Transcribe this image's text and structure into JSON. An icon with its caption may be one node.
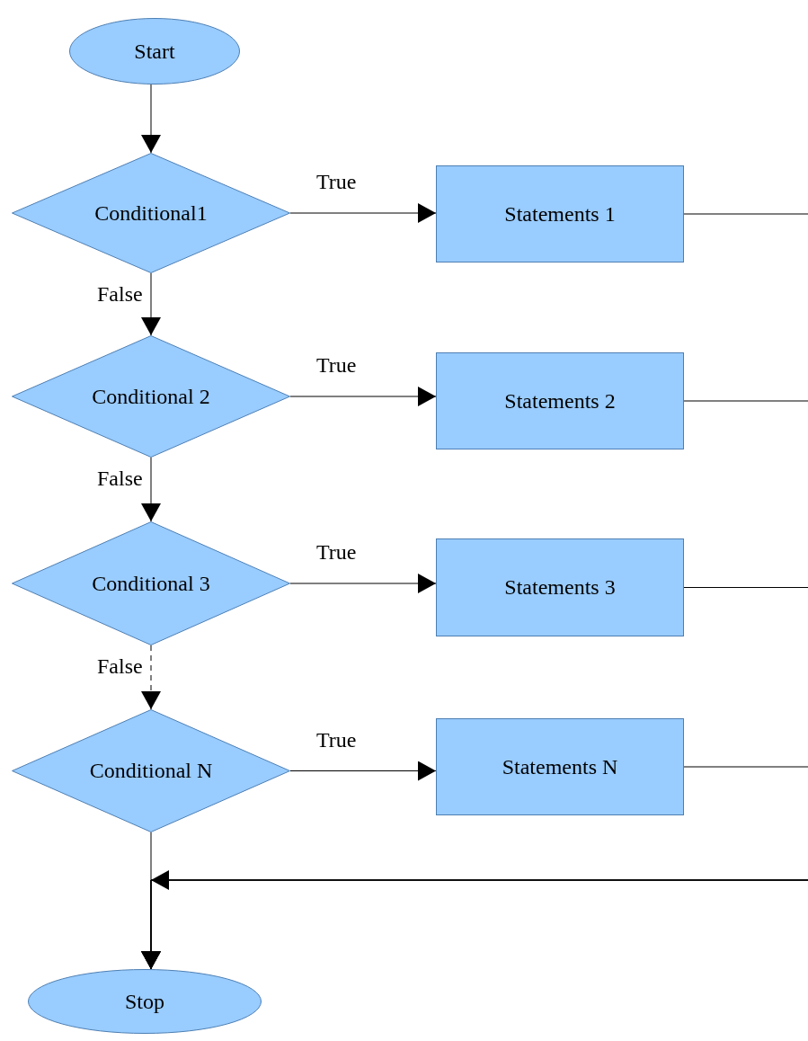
{
  "diagram": {
    "nodes": [
      {
        "text": [
          "Start"
        ]
      },
      {
        "text": [
          "Conditional1"
        ]
      },
      {
        "text": [
          "Statements 1"
        ]
      },
      {
        "text": [
          "Conditional 2"
        ]
      },
      {
        "text": [
          "Statements 2"
        ]
      },
      {
        "text": [
          "Conditional 3"
        ]
      },
      {
        "text": [
          "Statements 3"
        ]
      },
      {
        "text": [
          "Conditional N"
        ]
      },
      {
        "text": [
          "Statements N"
        ]
      },
      {
        "text": [
          "Stop"
        ]
      }
    ],
    "edges": [
      {
        "from": 0,
        "to": 1,
        "arrow": "to"
      },
      {
        "from": 1,
        "to": 2,
        "arrow": "to",
        "label": "True"
      },
      {
        "from": 1,
        "to": 3,
        "arrow": "to",
        "label": "False"
      },
      {
        "from": 3,
        "to": 4,
        "arrow": "to",
        "label": "True"
      },
      {
        "from": 3,
        "to": 5,
        "arrow": "to",
        "label": "False"
      },
      {
        "from": 5,
        "to": 6,
        "arrow": "to",
        "label": "True"
      },
      {
        "from": 5,
        "to": 7,
        "arrow": "to",
        "label": "False",
        "style": "dashed"
      },
      {
        "from": 7,
        "to": 8,
        "arrow": "to",
        "label": "True"
      },
      {
        "from": 7,
        "to": 9,
        "arrow": "to"
      },
      {
        "from": 2,
        "to": 9,
        "arrow": "to"
      },
      {
        "from": 4,
        "to": 9,
        "arrow": "to"
      },
      {
        "from": 6,
        "to": 9,
        "arrow": "to"
      },
      {
        "from": 8,
        "to": 9,
        "arrow": "to"
      }
    ]
  }
}
